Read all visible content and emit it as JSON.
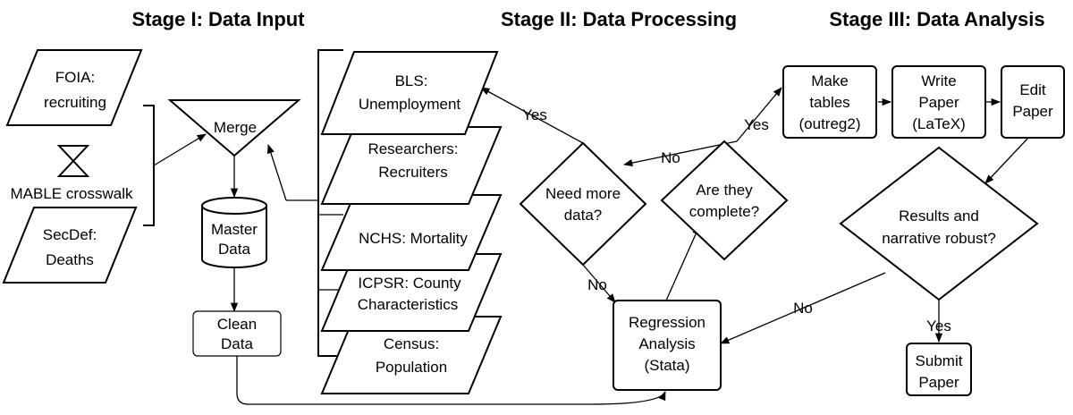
{
  "stages": {
    "stage1": "Stage I: Data Input",
    "stage2": "Stage II: Data Processing",
    "stage3": "Stage III: Data Analysis"
  },
  "nodes": {
    "foia": [
      "FOIA:",
      "recruiting"
    ],
    "mable": "MABLE crosswalk",
    "secdef": [
      "SecDef:",
      "Deaths"
    ],
    "merge": "Merge",
    "master": [
      "Master",
      "Data"
    ],
    "clean": [
      "Clean",
      "Data"
    ],
    "bls": [
      "BLS:",
      "Unemployment"
    ],
    "researchers": [
      "Researchers:",
      "Recruiters"
    ],
    "nchs": "NCHS: Mortality",
    "icpsr": [
      "ICPSR: County",
      "Characteristics"
    ],
    "census": [
      "Census:",
      "Population"
    ],
    "need_more": [
      "Need more",
      "data?"
    ],
    "complete": [
      "Are they",
      "complete?"
    ],
    "regression": [
      "Regression",
      "Analysis",
      "(Stata)"
    ],
    "make_tables": [
      "Make",
      "tables",
      "(outreg2)"
    ],
    "write_paper": [
      "Write",
      "Paper",
      "(LaTeX)"
    ],
    "edit_paper": [
      "Edit",
      "Paper"
    ],
    "robust": [
      "Results and",
      "narrative robust?"
    ],
    "submit": [
      "Submit",
      "Paper"
    ]
  },
  "edges": {
    "yes_more": "Yes",
    "no_more": "No",
    "no_complete": "No",
    "yes_complete": "Yes",
    "no_robust": "No",
    "yes_robust": "Yes"
  }
}
